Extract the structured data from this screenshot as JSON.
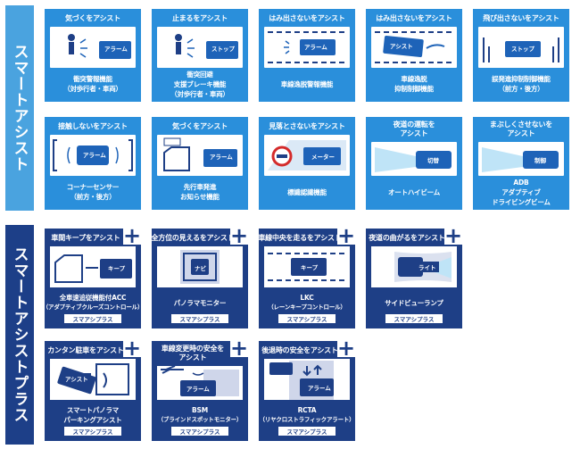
{
  "sections": {
    "smart_assist": "スマートアシスト",
    "smart_assist_plus": "スマートアシストプラス"
  },
  "smart_assist": [
    {
      "header": "気づくをアシスト",
      "chip": "アラーム",
      "name": [
        "衝突警報機能",
        "（対歩行者・車両）"
      ]
    },
    {
      "header": "止まるをアシスト",
      "chip": "ストップ",
      "name": [
        "衝突回避",
        "支援ブレーキ機能",
        "（対歩行者・車両）"
      ]
    },
    {
      "header": "はみ出さないをアシスト",
      "chip": "アラーム",
      "name": [
        "車線逸脱警報機能"
      ]
    },
    {
      "header": "はみ出さないをアシスト",
      "chip": "アシスト",
      "name": [
        "車線逸脱",
        "抑制制御機能"
      ]
    },
    {
      "header": "飛び出さないをアシスト",
      "chip": "ストップ",
      "name": [
        "誤発進抑制制御機能",
        "（前方・後方）"
      ]
    },
    {
      "header": "接触しないをアシスト",
      "chip": "アラーム",
      "name": [
        "コーナーセンサー",
        "（前方・後方）"
      ]
    },
    {
      "header": "気づくをアシスト",
      "chip": "アラーム",
      "name": [
        "先行車発進",
        "お知らせ機能"
      ]
    },
    {
      "header": "見落とさないをアシスト",
      "chip": "メーター",
      "name": [
        "標識認識機能"
      ]
    },
    {
      "header": "夜道の運転を",
      "header2": "アシスト",
      "chip": "切替",
      "name": [
        "オートハイビーム"
      ]
    },
    {
      "header": "まぶしくさせないを",
      "header2": "アシスト",
      "chip": "制御",
      "name": [
        "ADB",
        "アダプティブ",
        "ドライビングビーム"
      ]
    }
  ],
  "smart_assist_plus": [
    {
      "header": "車間キープをアシスト",
      "chip": "キープ",
      "name": [
        "全車速追従機能付ACC",
        "（アダプティブクルーズコントロール）"
      ],
      "badge": "スマアシプラス"
    },
    {
      "header": "全方位の見えるをアシスト",
      "chip": "ナビ",
      "name": [
        "パノラマモニター"
      ],
      "badge": "スマアシプラス"
    },
    {
      "header": "車線中央を走るをアシスト",
      "chip": "キープ",
      "name": [
        "LKC",
        "（レーンキープコントロール）"
      ],
      "badge": "スマアシプラス"
    },
    {
      "header": "夜道の曲がるをアシスト",
      "chip": "ライト",
      "name": [
        "サイドビューランプ"
      ],
      "badge": "スマアシプラス"
    },
    {
      "header": "カンタン駐車をアシスト",
      "chip": "アシスト",
      "name": [
        "スマートパノラマ",
        "パーキングアシスト"
      ],
      "badge": "スマアシプラス"
    },
    {
      "header": "車線変更時の安全を",
      "header2": "アシスト",
      "chip": "アラーム",
      "name": [
        "BSM",
        "（ブラインドスポットモニター）"
      ],
      "badge": "スマアシプラス"
    },
    {
      "header": "後退時の安全をアシスト",
      "chip": "アラーム",
      "name": [
        "RCTA",
        "（リヤクロストラフィックアラート）"
      ],
      "badge": "スマアシプラス"
    }
  ],
  "colors": {
    "smart": "#2a8fdb",
    "plus": "#1e3f86",
    "label_smart": "#4aa3df"
  }
}
